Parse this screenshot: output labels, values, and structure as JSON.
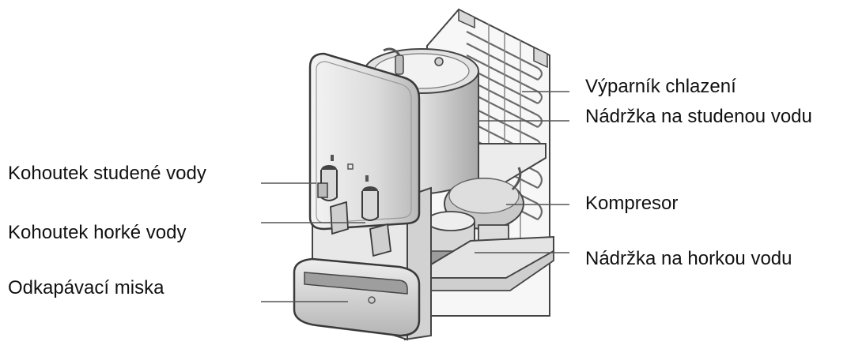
{
  "labels": {
    "cold_tap": "Kohoutek studené vody",
    "hot_tap": "Kohoutek horké vody",
    "drip_tray": "Odkapávací miska",
    "evaporator": "Výparník chlazení",
    "cold_tank": "Nádržka na studenou vodu",
    "compressor": "Kompresor",
    "hot_tank": "Nádržka na horkou vodu"
  },
  "colors": {
    "line": "#555555",
    "metal_light": "#e6e6e6",
    "metal_mid": "#c4c4c4",
    "metal_dark": "#8c8c8c",
    "outline": "#3a3a3a"
  }
}
